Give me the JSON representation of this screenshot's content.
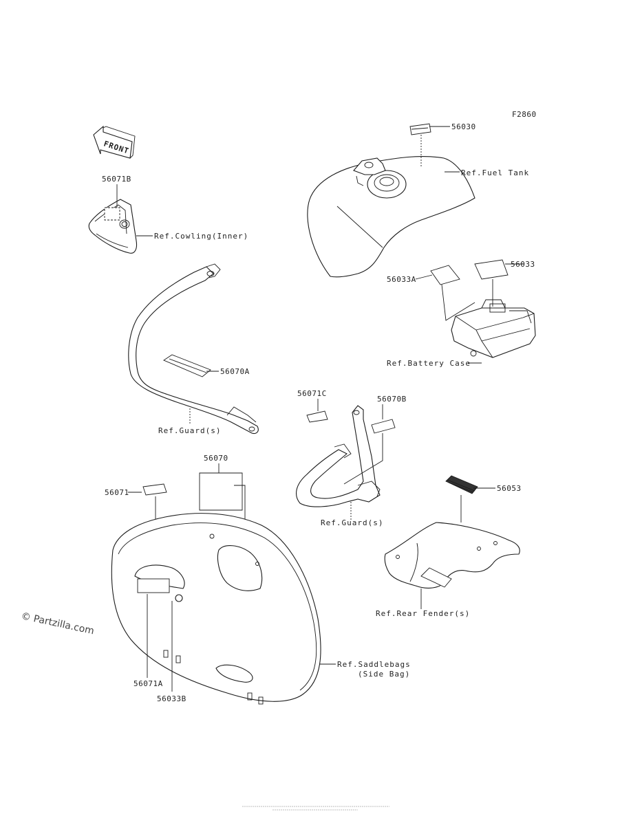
{
  "figure_code": "F2860",
  "front_label": "FRONT",
  "watermark": "© Partzilla.com",
  "parts": {
    "p56030": "56030",
    "p56071B": "56071B",
    "p56033": "56033",
    "p56033A": "56033A",
    "p56070A": "56070A",
    "p56071C": "56071C",
    "p56070B": "56070B",
    "p56070": "56070",
    "p56071": "56071",
    "p56053": "56053",
    "p56071A": "56071A",
    "p56033B": "56033B"
  },
  "refs": {
    "fuel_tank": "Ref.Fuel Tank",
    "cowling": "Ref.Cowling(Inner)",
    "battery_case": "Ref.Battery Case",
    "guard_left": "Ref.Guard(s)",
    "guard_right": "Ref.Guard(s)",
    "rear_fender": "Ref.Rear Fender(s)",
    "saddlebags_line1": "Ref.Saddlebags",
    "saddlebags_line2": "(Side Bag)"
  }
}
